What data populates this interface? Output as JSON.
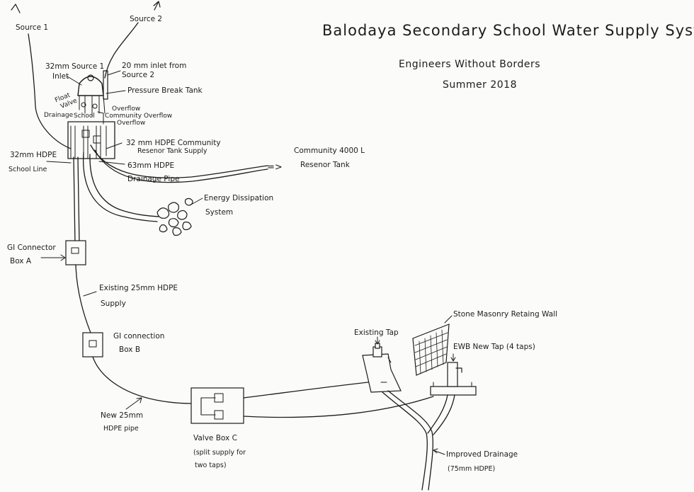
{
  "title": "Balodaya Secondary School Water Supply System",
  "org": "Engineers Without Borders",
  "date": "Summer 2018",
  "labels": {
    "source1": "Source 1",
    "source2": "Source 2",
    "inlet32_a": "32mm Source 1",
    "inlet32_b": "Inlet",
    "inlet20_a": "20 mm inlet from",
    "inlet20_b": "Source 2",
    "pbt": "Pressure Break Tank",
    "float_a": "Float",
    "float_b": "Valve",
    "drainage_small": "Drainage",
    "school_small": "School",
    "overflow1": "Overflow",
    "community_overflow": "Community Overflow",
    "overflow2": "Overflow",
    "school_line_a": "32mm HDPE",
    "school_line_b": "School Line",
    "community_supply_a": "32 mm HDPE Community",
    "community_supply_b": "Resenor Tank Supply",
    "drain_pipe_a": "63mm HDPE",
    "drain_pipe_b": "Drainage Pipe",
    "community_tank_a": "Community 4000 L",
    "community_tank_b": "Resenor Tank",
    "arrow_double": "=>",
    "energy_a": "Energy Dissipation",
    "energy_b": "System",
    "box_a_a": "GI Connector",
    "box_a_b": "Box A",
    "existing_supply_a": "Existing 25mm HDPE",
    "existing_supply_b": "Supply",
    "box_b_a": "GI connection",
    "box_b_b": "Box B",
    "new_pipe_a": "New 25mm",
    "new_pipe_b": "HDPE pipe",
    "valve_box": "Valve Box C",
    "split_a": "(split supply for",
    "split_b": "two taps)",
    "wall": "Stone Masonry Retaing Wall",
    "existing_tap": "Existing Tap",
    "new_tap": "EWB New Tap (4 taps)",
    "drainage_a": "Improved Drainage",
    "drainage_b": "(75mm HDPE)"
  }
}
